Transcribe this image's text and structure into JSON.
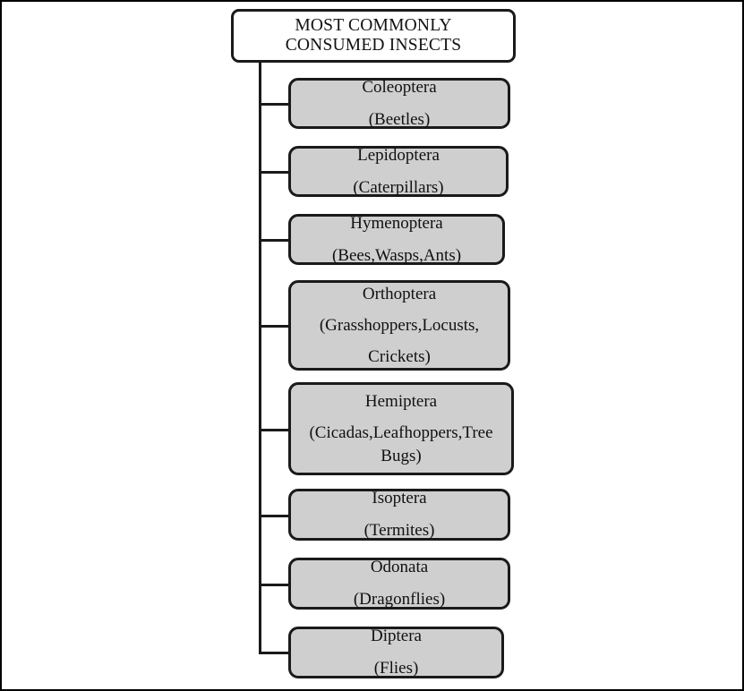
{
  "diagram": {
    "type": "hierarchy-tree",
    "title_lines": [
      "MOST COMMONLY",
      "CONSUMED INSECTS"
    ],
    "root": {
      "line1": "MOST COMMONLY",
      "line2": "CONSUMED INSECTS",
      "fill": "#ffffff",
      "border": "#1a1a1a"
    },
    "node_fill": "#cfcfcf",
    "node_border": "#1a1a1a",
    "connector_color": "#1a1a1a",
    "children": [
      {
        "order": "Coleoptera",
        "examples": "(Beetles)",
        "lines": [
          "Coleoptera",
          "(Beetles)"
        ]
      },
      {
        "order": "Lepidoptera",
        "examples": "(Caterpillars)",
        "lines": [
          "Lepidoptera",
          "(Caterpillars)"
        ]
      },
      {
        "order": "Hymenoptera",
        "examples": "(Bees,Wasps,Ants)",
        "lines": [
          "Hymenoptera",
          "(Bees,Wasps,Ants)"
        ]
      },
      {
        "order": "Orthoptera",
        "examples": "(Grasshoppers,Locusts,Crickets)",
        "lines": [
          "Orthoptera",
          "(Grasshoppers,Locusts,",
          "Crickets)"
        ]
      },
      {
        "order": "Hemiptera",
        "examples": "(Cicadas,Leafhoppers,Tree Bugs)",
        "lines": [
          "Hemiptera",
          "(Cicadas,Leafhoppers,Tree",
          "Bugs)"
        ]
      },
      {
        "order": "Isoptera",
        "examples": "(Termites)",
        "lines": [
          "Isoptera",
          "(Termites)"
        ]
      },
      {
        "order": "Odonata",
        "examples": "(Dragonflies)",
        "lines": [
          "Odonata",
          "(Dragonflies)"
        ]
      },
      {
        "order": "Diptera",
        "examples": "(Flies)",
        "lines": [
          "Diptera",
          "(Flies)"
        ]
      }
    ]
  }
}
